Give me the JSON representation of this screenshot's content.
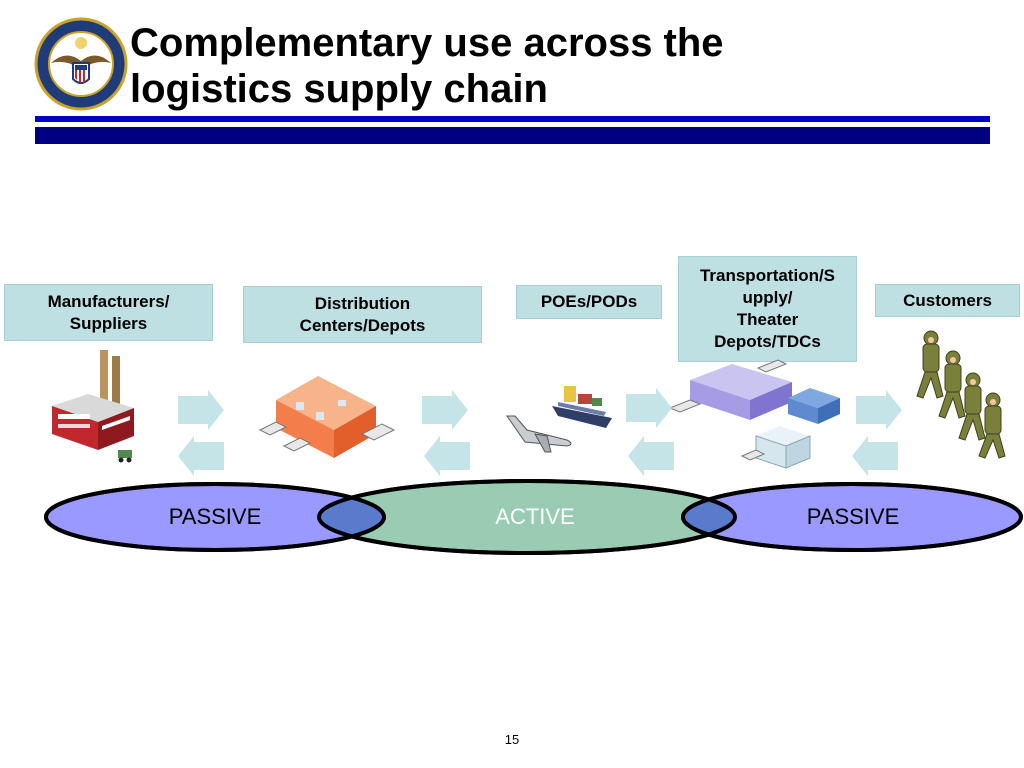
{
  "slide": {
    "title": "Complementary use across the logistics supply chain",
    "page_number": "15"
  },
  "stages": [
    {
      "label": "Manufacturers/\nSuppliers"
    },
    {
      "label": "Distribution\nCenters/Depots"
    },
    {
      "label": "POEs/PODs"
    },
    {
      "label": "Transportation/S\nupply/\nTheater\nDepots/TDCs"
    },
    {
      "label": "Customers"
    }
  ],
  "ellipses": [
    {
      "label": "PASSIVE",
      "color": "#9999FF"
    },
    {
      "label": "ACTIVE",
      "color": "#99CCB3"
    },
    {
      "label": "PASSIVE",
      "color": "#9999FF"
    }
  ],
  "colors": {
    "rule_thin": "#0000CC",
    "rule_thick": "#000080",
    "stage_box": "#BFE0E3",
    "arrow": "#C4E4E8",
    "overlap": "#5A7ACC"
  },
  "icons": [
    "dod-seal-icon",
    "factory-icon",
    "warehouse-icon",
    "airplane-icon",
    "ship-icon",
    "depot-icon",
    "soldiers-icon"
  ]
}
